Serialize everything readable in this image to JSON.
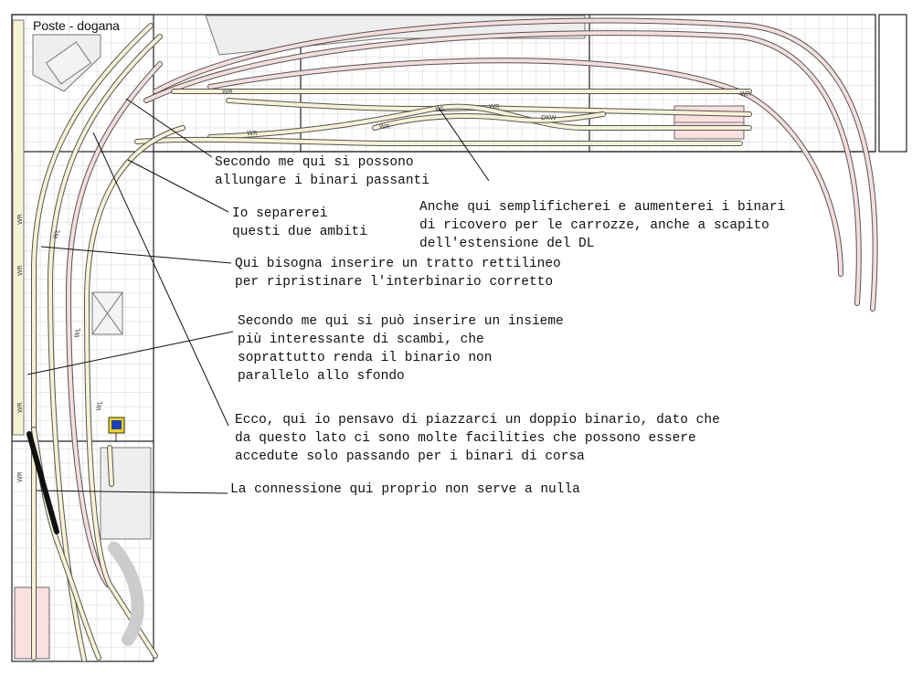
{
  "title": "Poste - dogana",
  "notes": [
    {
      "id": "allungare",
      "lines": [
        "Secondo me qui si possono",
        "allungare i binari passanti"
      ]
    },
    {
      "id": "separerei",
      "lines": [
        "Io separerei",
        "questi due ambiti"
      ]
    },
    {
      "id": "semplificherei",
      "lines": [
        "Anche qui semplificherei e aumenterei i binari",
        "di ricovero per le carrozze, anche a scapito",
        "dell'estensione del DL"
      ]
    },
    {
      "id": "rettilineo",
      "lines": [
        "Qui bisogna inserire un tratto rettilineo",
        "per ripristinare l'interbinario corretto"
      ]
    },
    {
      "id": "scambi",
      "lines": [
        "Secondo me qui si può inserire un insieme",
        "più interessante di scambi, che",
        "soprattutto renda il binario non",
        "parallelo allo sfondo"
      ]
    },
    {
      "id": "doppio",
      "lines": [
        "Ecco, qui io pensavo di piazzarci un doppio binario, dato che",
        "da questo lato ci sono molte facilities che possono essere",
        "accedute solo passando per i binari di corsa"
      ]
    },
    {
      "id": "connessione",
      "lines": [
        "La connessione qui proprio non serve a nulla"
      ]
    }
  ],
  "track_labels": [
    "WR",
    "WR",
    "WR",
    "WL",
    "WR",
    "DKW",
    "WR",
    "WR",
    "WR",
    "WR",
    "WR",
    "WL",
    "WL",
    "WL"
  ],
  "colors": {
    "grid": "#d0d0d0",
    "board_edge": "#222222",
    "track_cream": "#f6f2d4",
    "track_pink": "#f6dede",
    "track_edge": "#555555",
    "building": "#f0f0f0",
    "pink_block": "#fbe0e0",
    "annotation": "#111111",
    "signal_yellow": "#f2d800",
    "signal_blue": "#1d3fc4"
  }
}
